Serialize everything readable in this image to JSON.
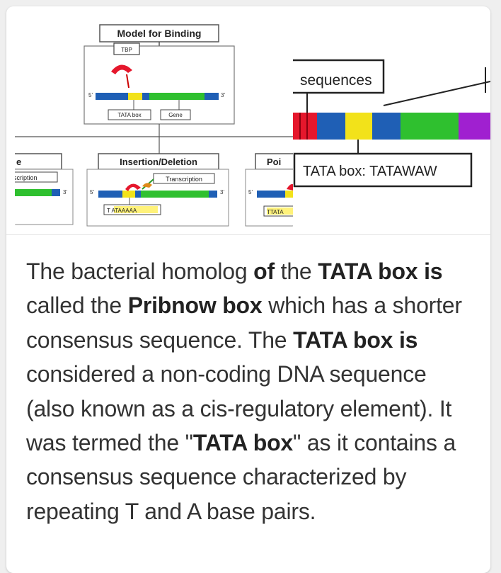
{
  "image_1": {
    "title": "Model for Binding",
    "tbp_label": "TBP",
    "prime5": "5'",
    "prime3": "3'",
    "tata_label": "TATA box",
    "gene_label": "Gene",
    "left_box_fragment": "e",
    "left_transcription_fragment": "scription",
    "insertion_title": "Insertion/Deletion",
    "transcription_label": "Transcription",
    "insertion_seq": "T  ATAAAAA",
    "point_fragment": "Poi",
    "point_seq_fragment": "TTATA"
  },
  "image_2": {
    "sequences_label": "sequences",
    "tata_consensus_label": "TATA box: TATAWAW"
  },
  "snippet": {
    "p1": "The bacterial homolog ",
    "b1": "of",
    "p2": " the ",
    "b2": "TATA box is",
    "p3": " called the ",
    "b3": "Pribnow box",
    "p4": " which has a shorter consensus sequence. The ",
    "b4": "TATA box is",
    "p5": " considered a non-coding DNA sequence (also known as a cis-regulatory element). It was termed the \"",
    "b5": "TATA box",
    "p6": "\" as it contains a consensus sequence characterized by repeating T and A base pairs."
  },
  "colors": {
    "dna_blue": "#1f5fb5",
    "dna_green": "#2fc02f",
    "dna_yellow": "#f2e21a",
    "dna_purple": "#a020d0",
    "dna_red": "#e5172c",
    "label_highlight": "#fff27a"
  }
}
